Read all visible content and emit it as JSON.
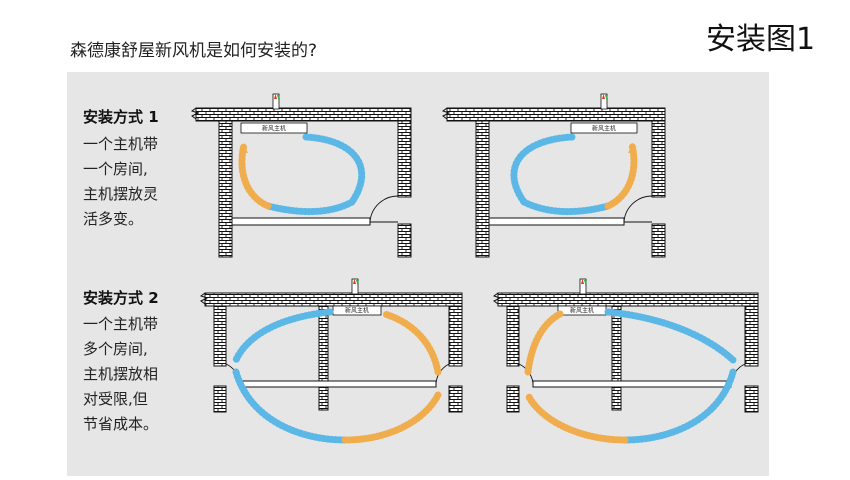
{
  "header": {
    "question": "森德康舒屋新风机是如何安装的?",
    "page_label": "安装图1"
  },
  "methods": [
    {
      "title": "安装方式 1",
      "lines": [
        "一个主机带",
        "一个房间,",
        "主机摆放灵",
        "活多变。"
      ]
    },
    {
      "title": "安装方式 2",
      "lines": [
        "一个主机带",
        "多个房间,",
        "主机摆放相",
        "对受限,但",
        "节省成本。"
      ]
    }
  ],
  "unit_label": "新风主机",
  "colors": {
    "fresh_air": "#5bb8e6",
    "exhaust_air": "#f0ad4e",
    "panel": "#e6e6e6",
    "wall": "#111111",
    "vent_arrow_up": "#d9381e",
    "vent_arrow_down": "#3aa64b"
  }
}
